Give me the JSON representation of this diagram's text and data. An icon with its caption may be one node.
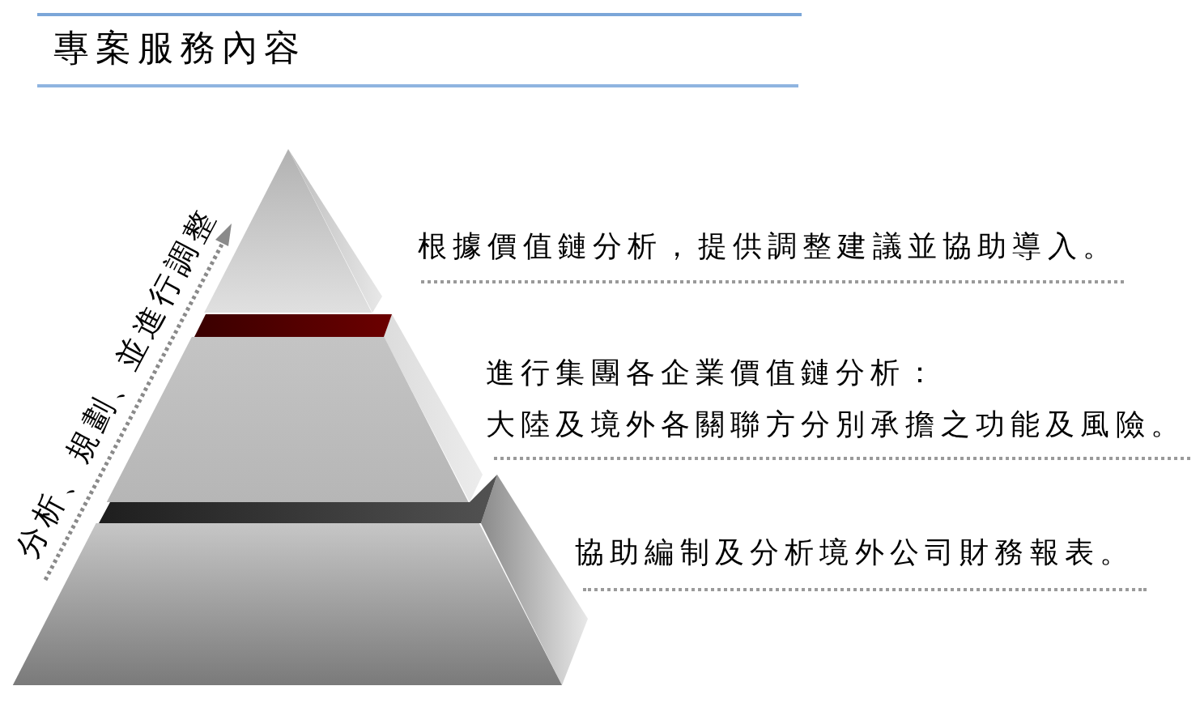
{
  "diagram": {
    "title": "專案服務內容",
    "nodes": [
      {
        "text": [],
        "shape": "triangle",
        "beside": [
          "根據價值鏈分析，提供調整建議並協助導入。"
        ]
      },
      {
        "text": [],
        "shape": "trapezoid",
        "beside": [
          "進行集團各企業價值鏈分析：",
          "大陸及境外各關聯方分別承擔之功能及風險。"
        ]
      },
      {
        "text": [],
        "shape": "trapezoid",
        "beside": [
          "協助編制及分析境外公司財務報表。"
        ]
      }
    ],
    "labels": [
      "分析、",
      "規劃、",
      "並進行調整"
    ]
  }
}
